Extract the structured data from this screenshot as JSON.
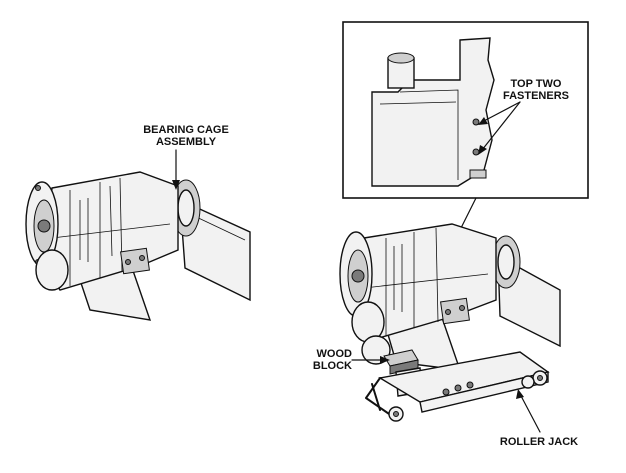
{
  "labels": {
    "bearing_cage_line1": "BEARING CAGE",
    "bearing_cage_line2": "ASSEMBLY",
    "fasteners_line1": "TOP TWO",
    "fasteners_line2": "FASTENERS",
    "wood_line1": "WOOD",
    "wood_line2": "BLOCK",
    "roller_jack": "ROLLER JACK"
  }
}
